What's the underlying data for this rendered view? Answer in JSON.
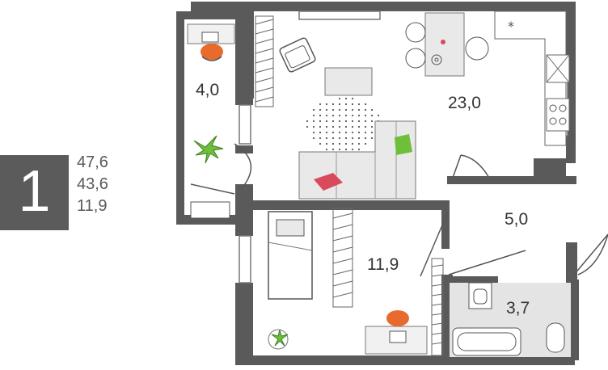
{
  "apartment": {
    "rooms_count": "1",
    "total_area": "47,6",
    "living_area": "43,6",
    "kitchen_area": "11,9"
  },
  "rooms": [
    {
      "id": "balcony",
      "area": "4,0"
    },
    {
      "id": "living-kitchen",
      "area": "23,0"
    },
    {
      "id": "bedroom",
      "area": "11,9"
    },
    {
      "id": "hall",
      "area": "5,0"
    },
    {
      "id": "bathroom",
      "area": "3,7"
    }
  ],
  "colors": {
    "badge": "#5b5b5b",
    "wall": "#5a5a5a",
    "accent_orange": "#e86a2c",
    "accent_green": "#6fbf3b",
    "accent_pink": "#d94a5d",
    "furniture_fill": "#e9e9e9",
    "bathroom_floor": "#e4e4e4"
  },
  "icons": [
    "snowflake-icon",
    "plant-icon",
    "stove-icon",
    "chair-icon"
  ]
}
